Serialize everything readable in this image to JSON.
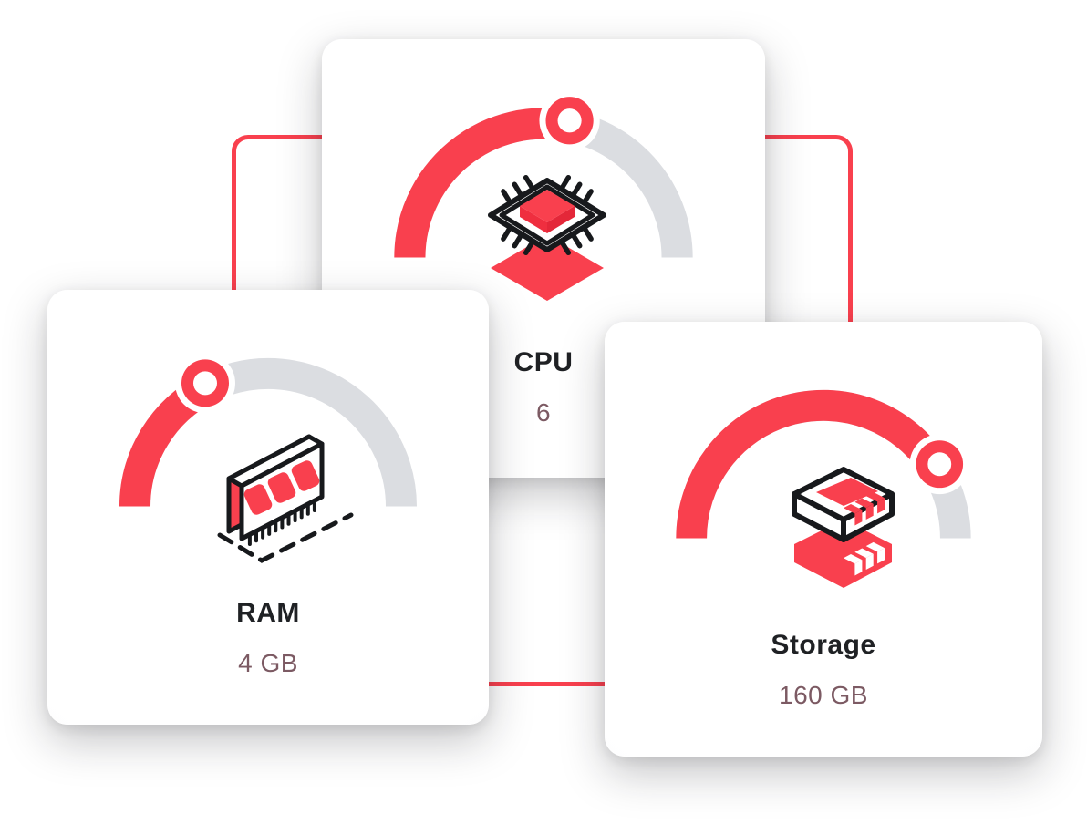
{
  "page": {
    "background_color": "#ffffff"
  },
  "connector_frame": {
    "color": "#f9404e"
  },
  "colors": {
    "accent_red": "#f9404e",
    "icon_red_dark": "#ef2e3f",
    "gauge_track": "#dbdde1",
    "knob_ring": "#f9404e",
    "knob_hole": "#ffffff",
    "title_text": "#1f2124",
    "value_text": "#7c5a63",
    "icon_outline": "#17191c",
    "card_background": "#ffffff"
  },
  "cards": [
    {
      "id": "cpu",
      "title": "CPU",
      "value": "6",
      "gauge_percent": 0.56,
      "icon": "cpu-icon"
    },
    {
      "id": "ram",
      "title": "RAM",
      "value": "4 GB",
      "gauge_percent": 0.35,
      "icon": "ram-icon"
    },
    {
      "id": "storage",
      "title": "Storage",
      "value": "160 GB",
      "gauge_percent": 0.82,
      "icon": "storage-icon"
    }
  ]
}
